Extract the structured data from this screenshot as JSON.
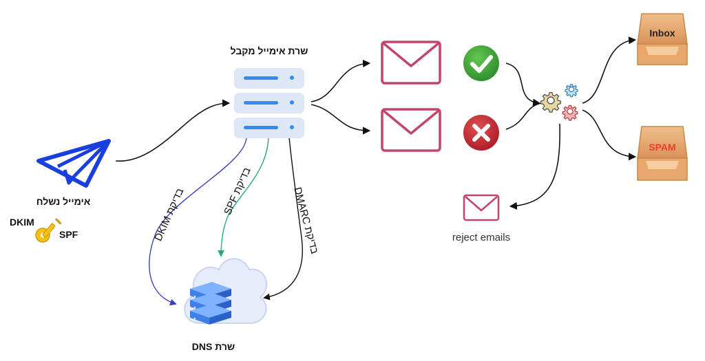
{
  "receiving_server": {
    "label": "שרת אימייל מקבל"
  },
  "sender": {
    "label": "אימייל נשלח",
    "key_left": "DKIM",
    "key_right": "SPF"
  },
  "dns_server": {
    "label": "שרת DNS"
  },
  "checks": {
    "dkim": "בדיקת DKIM",
    "spf": "בדיקת SPF",
    "dmarc": "בדיקת DMARC"
  },
  "rejected": {
    "label": "reject emails"
  },
  "inbox_tray": {
    "label": "Inbox"
  },
  "spam_tray": {
    "label": "SPAM"
  },
  "colors": {
    "envelope": "#c2456a",
    "pass": "#3aa03a",
    "fail": "#c4303b",
    "server": "#dde7f6",
    "server_bar": "#2f8cf0",
    "plane": "#1a3fe0",
    "key": "#f3c21a",
    "spf_arrow": "#27a883",
    "dkim_arrow": "#3b3fb8",
    "tray": "#e3a56f",
    "spam_text": "#e8412b"
  },
  "icons": [
    "paper-plane-icon",
    "key-icon",
    "server-icon",
    "envelope-icon",
    "check-icon",
    "x-icon",
    "gears-icon",
    "cloud-icon",
    "tray-icon"
  ]
}
